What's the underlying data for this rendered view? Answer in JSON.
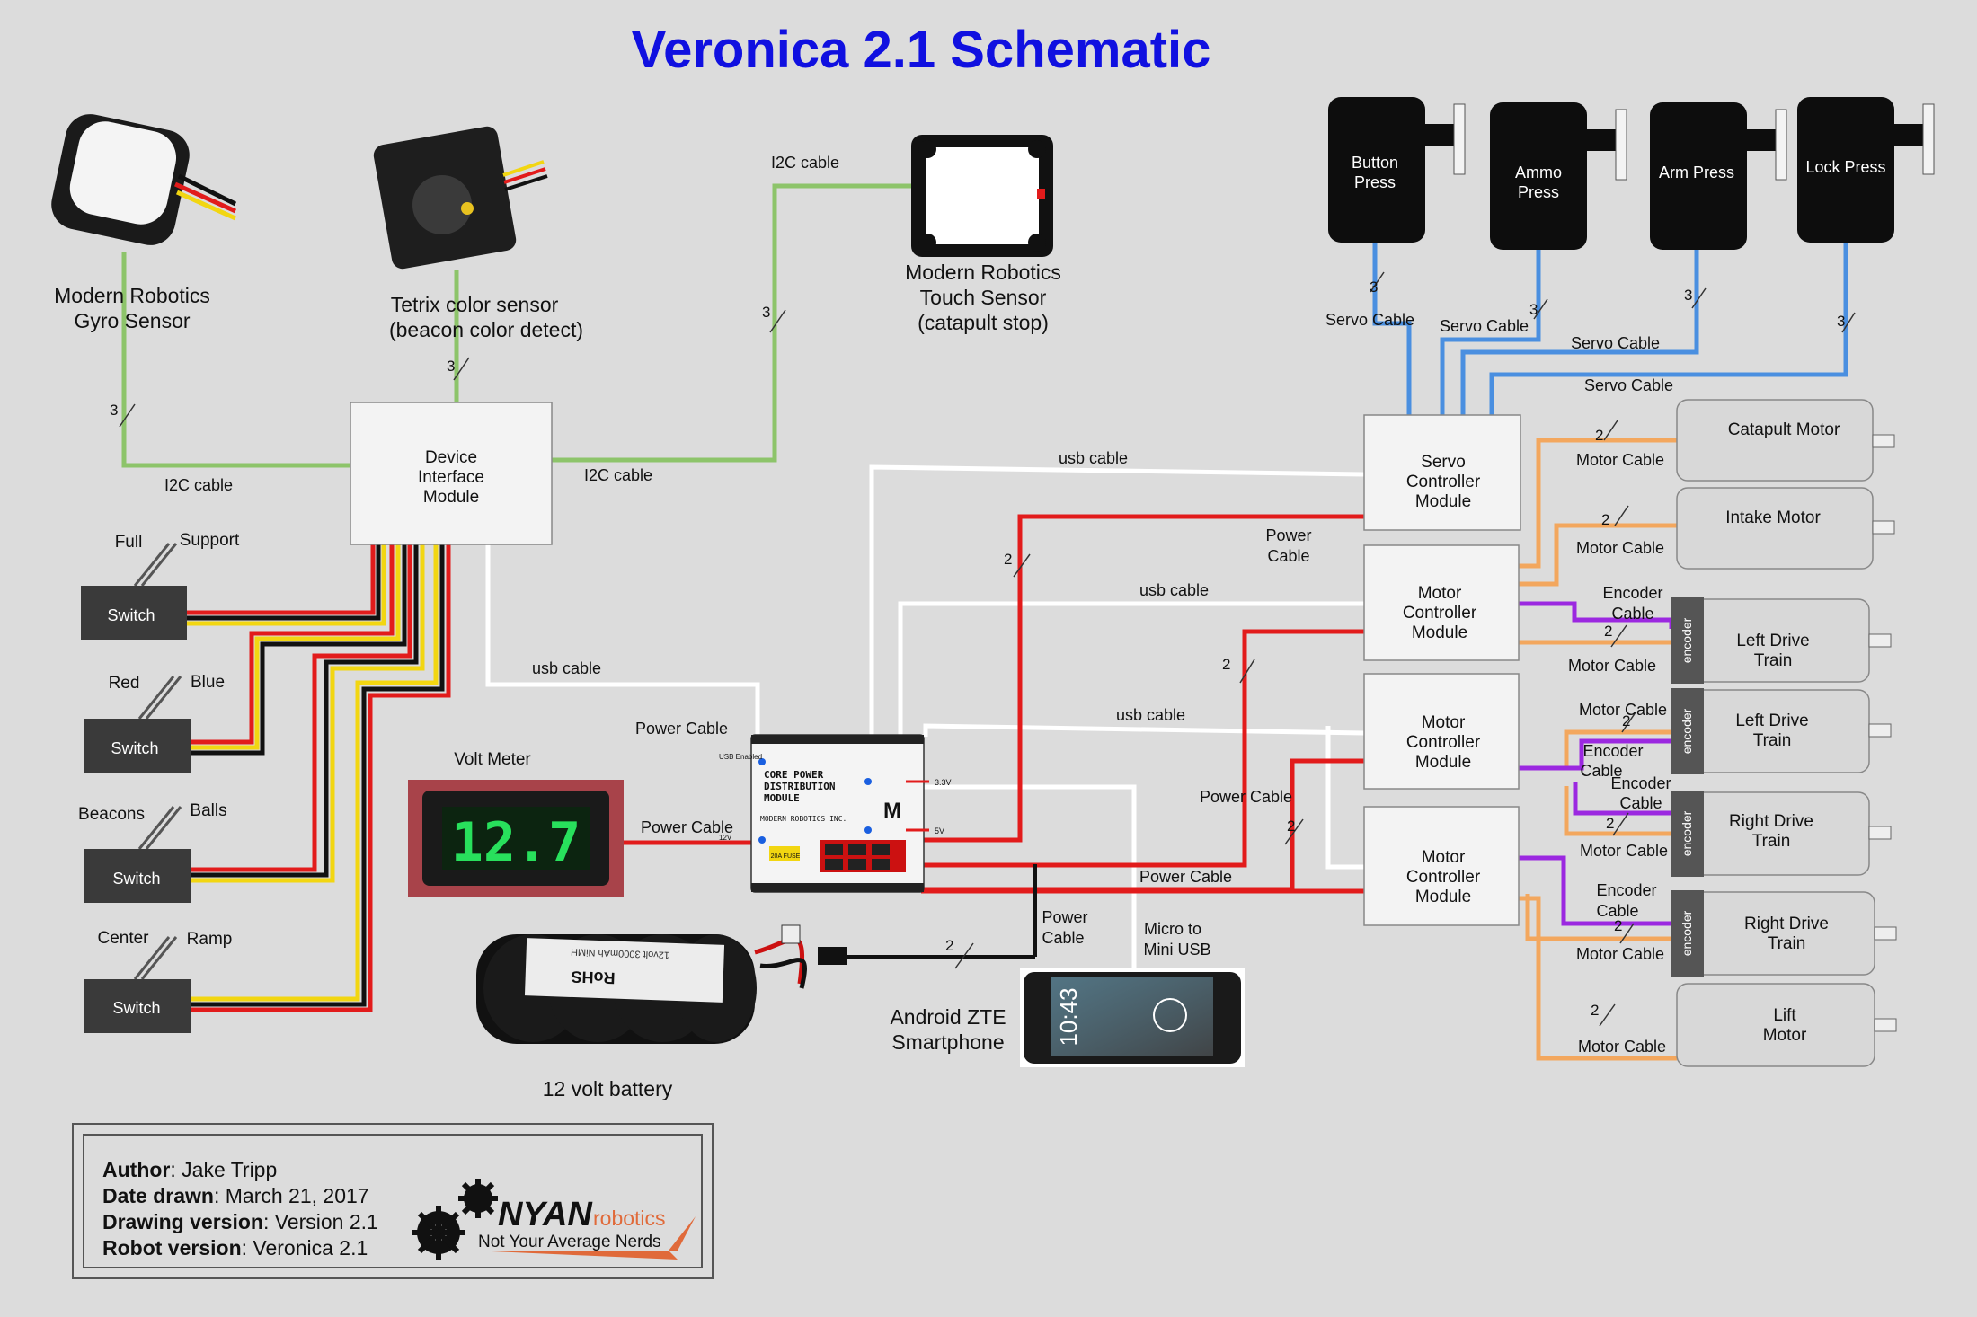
{
  "title": "Veronica 2.1 Schematic",
  "colors": {
    "i2c": "#8dc46a",
    "servo": "#4a8fe0",
    "usb": "#ffffff",
    "power": "#e21b1b",
    "motor": "#f3a75e",
    "encoder": "#9b28e0",
    "title": "#1010e0"
  },
  "sensors": {
    "gyro": [
      "Modern Robotics",
      "Gyro Sensor"
    ],
    "color": [
      "Tetrix color sensor",
      "(beacon color detect)"
    ],
    "touch": [
      "Modern Robotics",
      "Touch Sensor",
      "(catapult stop)"
    ]
  },
  "modules": {
    "dim": [
      "Device",
      "Interface",
      "Module"
    ],
    "servo": [
      "Servo",
      "Controller",
      "Module"
    ],
    "motor1": [
      "Motor",
      "Controller",
      "Module"
    ],
    "motor2": [
      "Motor",
      "Controller",
      "Module"
    ],
    "motor3": [
      "Motor",
      "Controller",
      "Module"
    ]
  },
  "servos": [
    [
      "Button",
      "Press"
    ],
    [
      "Ammo",
      "Press"
    ],
    [
      "Arm Press"
    ],
    [
      "Lock Press"
    ]
  ],
  "motors": [
    {
      "name": [
        "Catapult Motor"
      ],
      "encoder": false
    },
    {
      "name": [
        "Intake Motor"
      ],
      "encoder": false
    },
    {
      "name": [
        "Left Drive",
        "Train"
      ],
      "encoder": true
    },
    {
      "name": [
        "Left Drive",
        "Train"
      ],
      "encoder": true
    },
    {
      "name": [
        "Right Drive",
        "Train"
      ],
      "encoder": true
    },
    {
      "name": [
        "Right Drive",
        "Train"
      ],
      "encoder": true
    },
    {
      "name": [
        "Lift",
        "Motor"
      ],
      "encoder": false
    }
  ],
  "encoder_tag": "encoder",
  "switches": [
    {
      "label": "Switch",
      "left": "Full",
      "right": "Support"
    },
    {
      "label": "Switch",
      "left": "Red",
      "right": "Blue"
    },
    {
      "label": "Switch",
      "left": "Beacons",
      "right": "Balls"
    },
    {
      "label": "Switch",
      "left": "Center",
      "right": "Ramp"
    }
  ],
  "pdm": {
    "line1": "CORE POWER",
    "line2": "DISTRIBUTION",
    "line3": "MODULE",
    "brand": "MODERN ROBOTICS INC.",
    "v33": "3.3V",
    "v5": "5V",
    "v12": "12V",
    "usb": "USB Enabled",
    "fuse": "20A FUSE"
  },
  "volt_meter": {
    "label": "Volt Meter",
    "reading": "12.7"
  },
  "battery": {
    "label": "12 volt battery",
    "text": "12volt 3000mAh NiMH",
    "rohs": "RoHS"
  },
  "phone": {
    "label": [
      "Android ZTE",
      "Smartphone"
    ],
    "time": "10:43"
  },
  "labels": {
    "i2c_cable": "I2C cable",
    "usb_cable": "usb cable",
    "servo_cable": "Servo Cable",
    "motor_cable": "Motor Cable",
    "encoder_cable": [
      "Encoder",
      "Cable"
    ],
    "power_cable": "Power Cable",
    "power_cable_split": [
      "Power",
      "Cable"
    ],
    "micro_usb": [
      "Micro to",
      "Mini USB"
    ],
    "count2": "2",
    "count3": "3"
  },
  "info": {
    "author_label": "Author",
    "author": "Jake Tripp",
    "date_label": "Date drawn",
    "date": "March 21, 2017",
    "drawing_label": "Drawing version",
    "drawing": "Version 2.1",
    "robot_label": "Robot version",
    "robot": "Veronica  2.1"
  },
  "logo": {
    "name": "NYAN",
    "suffix": "robotics",
    "tagline": "Not Your Average Nerds"
  }
}
